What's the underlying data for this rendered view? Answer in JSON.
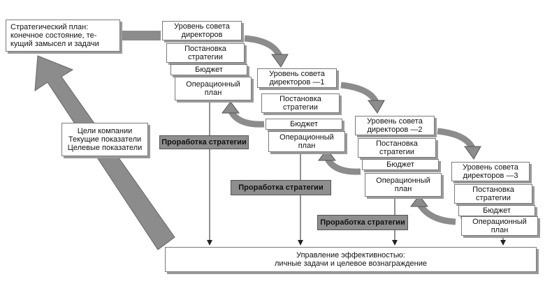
{
  "strategic_plan": "Стратегический план:\nконечное состояние, те-\nкущий замысел и задачи",
  "company_goals": "Цели компании\nТекущие показатели\nЦелевые показатели",
  "bottom_bar": "Управление эффективностью:\nличные задачи и целевое вознаграждение",
  "levels": [
    {
      "council": "Уровень совета\nдиректоров",
      "strategy": "Постановка\nстратегии",
      "budget": "Бюджет",
      "plan": "Операционный\nплан",
      "dev": "Проработка стратегии"
    },
    {
      "council": "Уровень совета\nдиректоров —1",
      "strategy": "Постановка\nстратегии",
      "budget": "Бюджет",
      "plan": "Операционный\nплан",
      "dev": "Проработка стратегии"
    },
    {
      "council": "Уровень совета\nдиректоров —2",
      "strategy": "Постановка\nстратегии",
      "budget": "Бюджет",
      "plan": "Операционный\nплан",
      "dev": "Проработка стратегии"
    },
    {
      "council": "Уровень совета\nдиректоров —3",
      "strategy": "Постановка\nстратегии",
      "budget": "Бюджет",
      "plan": "Операционный\nплан"
    }
  ],
  "colors": {
    "arrow_fill": "#8c8c8c",
    "dark_box": "#8e8e8e",
    "border": "#7a7a7a"
  }
}
